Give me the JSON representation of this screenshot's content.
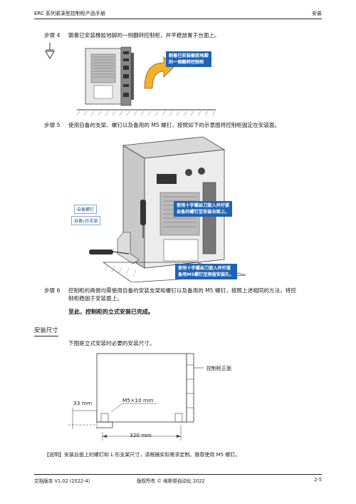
{
  "header": {
    "left": "ERC 系列紧凑型控制柜产品手册",
    "right": "安装"
  },
  "step4": {
    "label": "步骤 4",
    "text": "朝着已安装橡胶地脚的一侧翻转控制柜，并平稳放置于台面上。",
    "callout": [
      "朝着已安装橡胶地脚",
      "的一侧翻转控制柜"
    ]
  },
  "step5": {
    "label": "步骤 5",
    "text": "使用自备的支架、螺钉以及备用的 M5 螺钉，按照如下的示意图将控制柜固定在安装面。",
    "tag1": "自备螺钉",
    "tag2": "自备L形支架",
    "callout1": [
      "使用十字螺丝刀旋入并拧紧",
      "自备的螺钉至安装台面上。"
    ],
    "callout2": [
      "使用十字螺丝刀旋入并拧紧",
      "备用M5螺钉至预留安装孔。"
    ]
  },
  "step6": {
    "label": "步骤 6",
    "line1": "控制柜的两侧均需使用自备的安装支架和螺钉以及备用的 M5 螺钉，按照上述相同的方法，将控",
    "line2": "制柜稳固于安装面上。",
    "conclusion": "至此，控制柜的立式安装已完成。"
  },
  "section": {
    "title": "安装尺寸",
    "intro": "下图是立式安装时必要的安装尺寸。"
  },
  "dims": {
    "front_label": "控制柜正面",
    "d33": "33 mm",
    "m5": "M5×10 mm",
    "d320": "320 mm"
  },
  "note": "【说明】安装台面上的螺钉和 L 形支架尺寸，请根据实际需求定制。推荐使用 M5 螺钉。",
  "footer": {
    "left": "文档版本  V1.02 (2022-4)",
    "center": "版权所有 © 埃斯顿自动化 2022",
    "right": "2-5"
  }
}
